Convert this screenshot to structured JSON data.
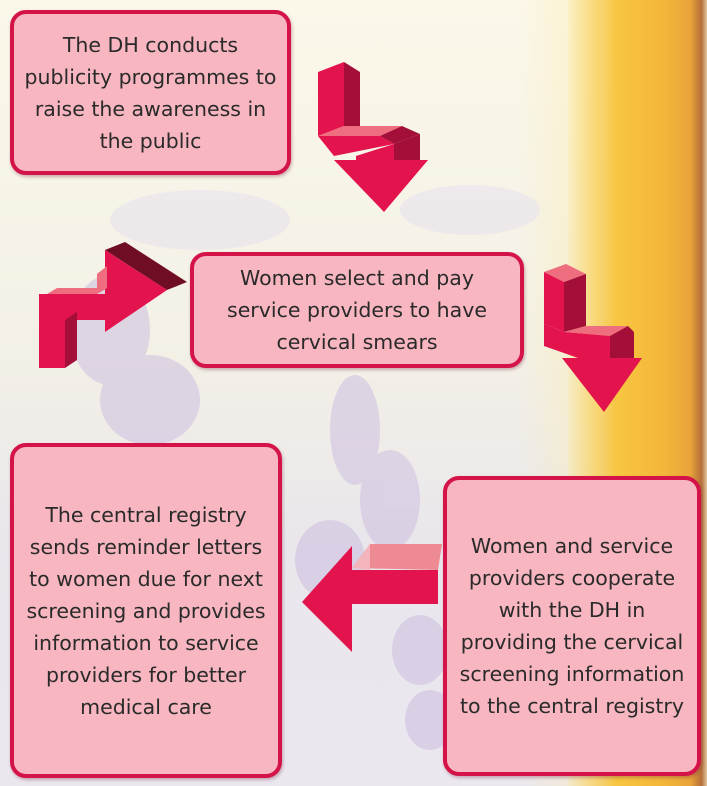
{
  "steps": {
    "step1": "The DH conducts publicity programmes to raise the awareness in the public",
    "step2": "Women select and pay service providers to have cervical smears",
    "step3": "Women and service providers cooperate with the DH in providing the cervical screening information to the central registry",
    "step4": "The central registry sends reminder letters to women due for next screening and provides information to service providers for better medical care"
  },
  "colors": {
    "box_fill": "#f7b6c0",
    "box_border": "#d41349",
    "arrow_fill": "#e3134d",
    "arrow_side": "#a30f38",
    "arrow_top": "#ee6d7e",
    "background_band": "#f3b53a"
  }
}
